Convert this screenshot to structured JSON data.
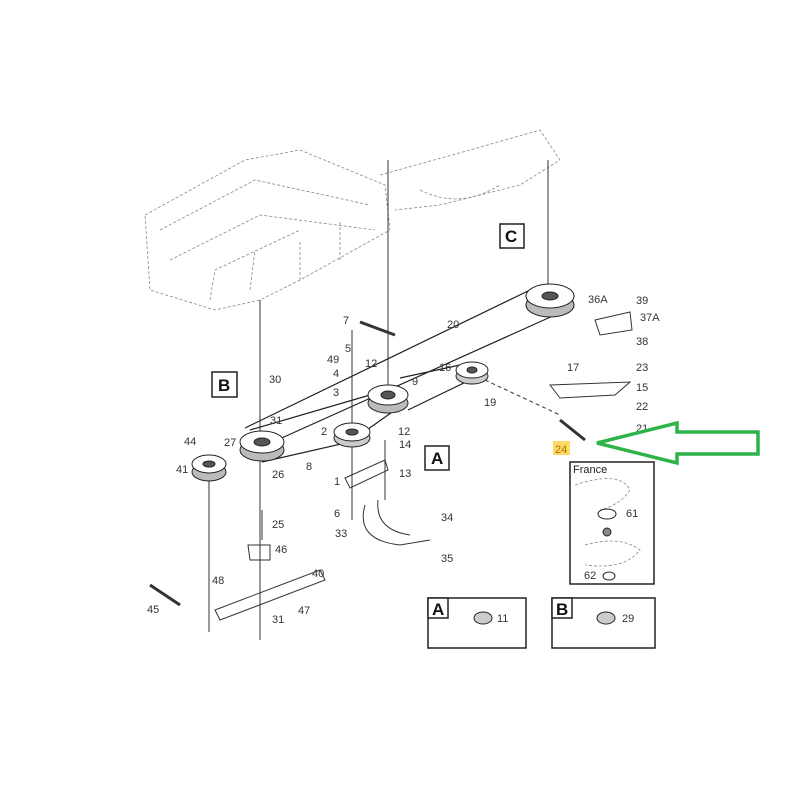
{
  "callouts": {
    "c7": "7",
    "c5": "5",
    "c49": "49",
    "c4": "4",
    "c3": "3",
    "c12a": "12",
    "c30": "30",
    "c31a": "31",
    "c27": "27",
    "c44": "44",
    "c41": "41",
    "c26": "26",
    "c2": "2",
    "c9": "9",
    "c12b": "12",
    "c14": "14",
    "c13": "13",
    "c1": "1",
    "c8": "8",
    "c6": "6",
    "c33": "33",
    "c34": "34",
    "c35": "35",
    "c16": "16",
    "c19": "19",
    "c20": "20",
    "c36A": "36A",
    "c39": "39",
    "c37A": "37A",
    "c38": "38",
    "c17": "17",
    "c23": "23",
    "c15": "15",
    "c22": "22",
    "c21": "21",
    "c24": "24",
    "c25": "25",
    "c46": "46",
    "c40": "40",
    "c48": "48",
    "c47": "47",
    "c45": "45",
    "c31b": "31",
    "c61": "61",
    "c62": "62",
    "c11": "11",
    "c29": "29"
  },
  "view_letters": {
    "a": "A",
    "b": "B",
    "c": "C"
  },
  "inset_france": {
    "title": "France"
  },
  "detail_a": {
    "letter": "A",
    "part": "11"
  },
  "detail_b": {
    "letter": "B",
    "part": "29"
  },
  "highlight": {
    "part": "24",
    "color": "#ffd966"
  },
  "arrow_color": "#2db34a"
}
